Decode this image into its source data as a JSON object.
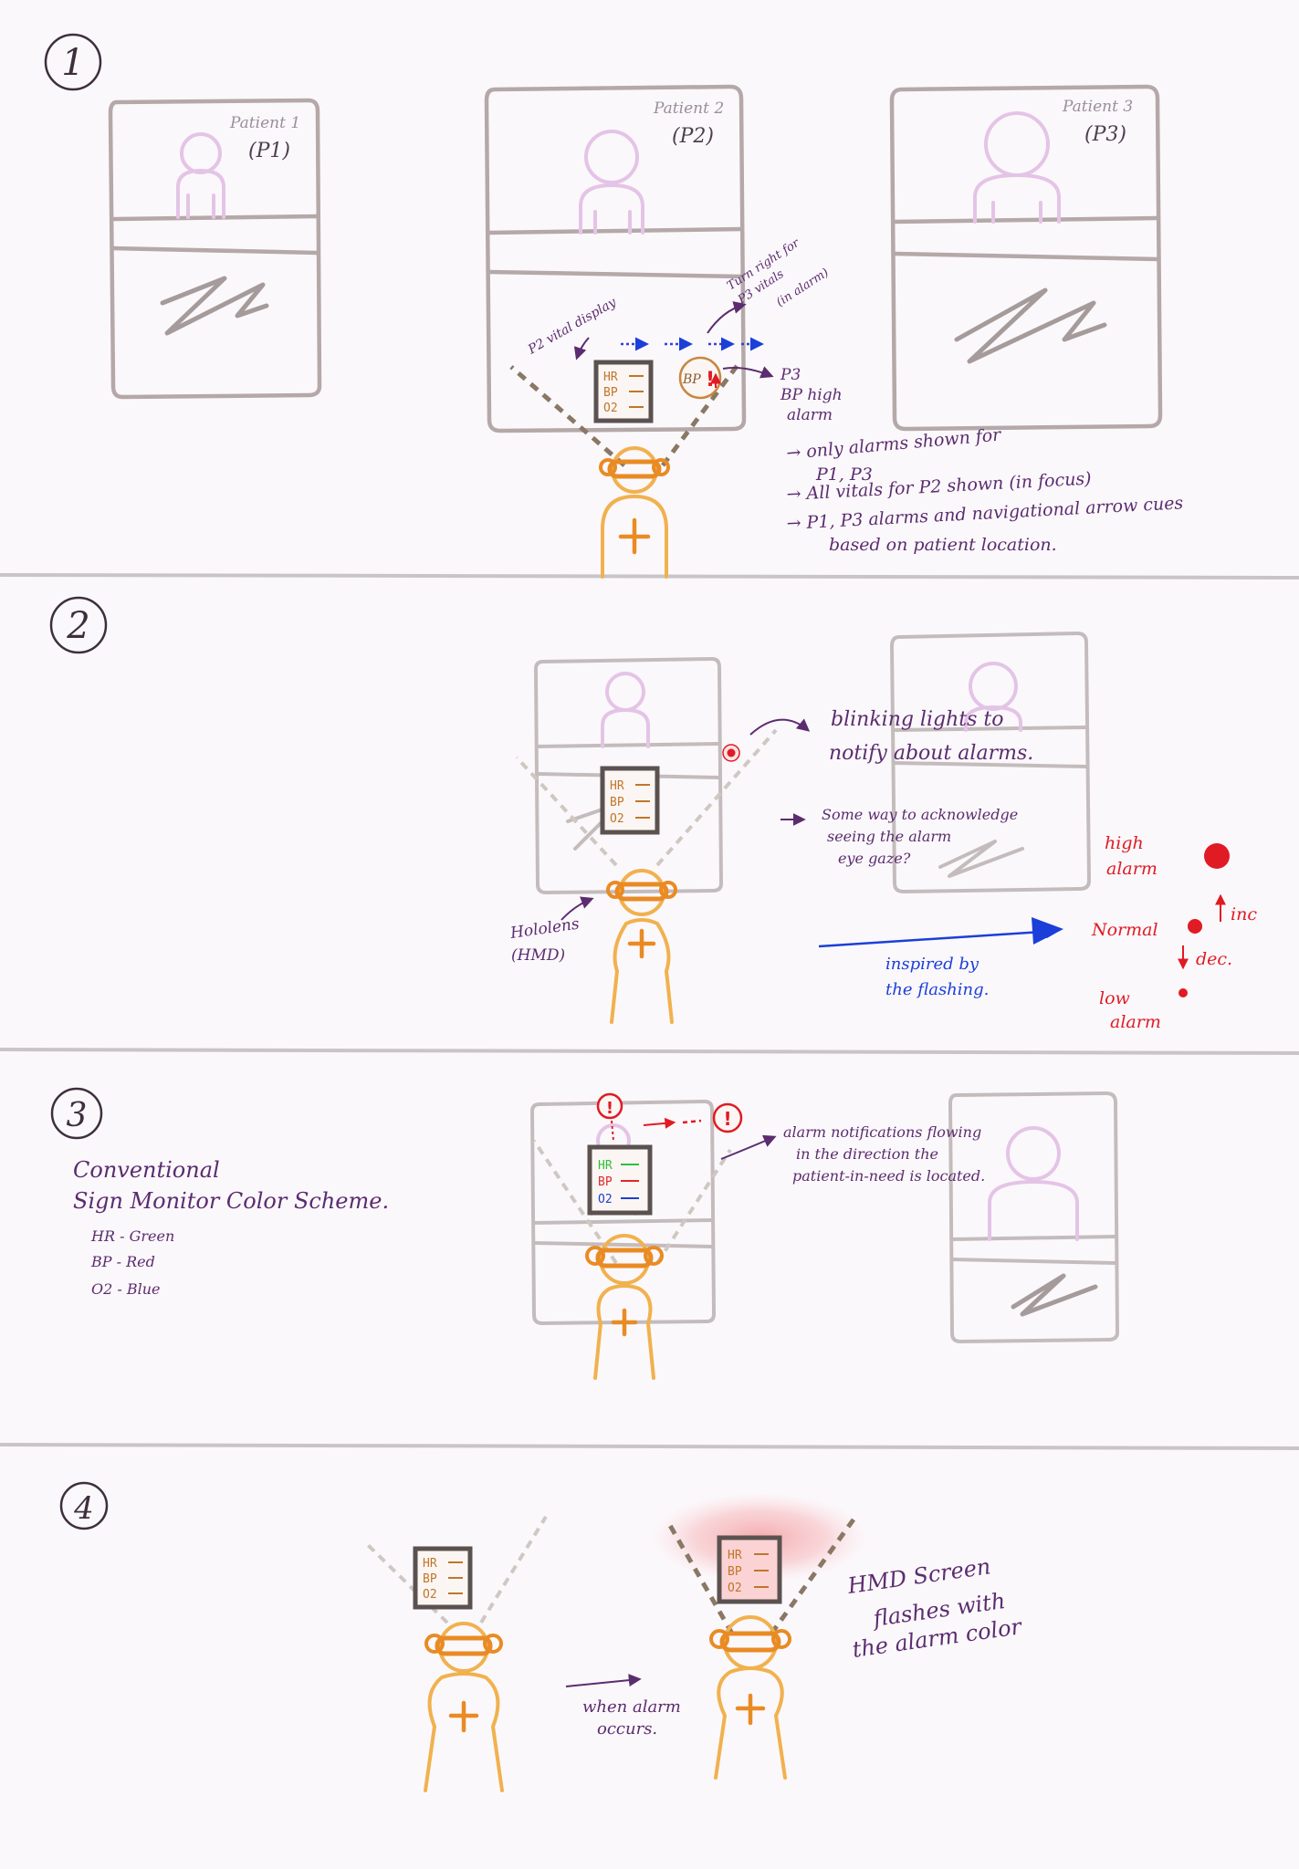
{
  "panels": {
    "p1": {
      "number": "1",
      "patients": [
        {
          "title": "Patient 1",
          "code": "(P1)"
        },
        {
          "title": "Patient 2",
          "code": "(P2)"
        },
        {
          "title": "Patient 3",
          "code": "(P3)"
        }
      ],
      "vitals": [
        "HR",
        "BP",
        "O2"
      ],
      "bp_badge": "BP",
      "labels": {
        "vital_display": "P2 vital display",
        "turn_right_1": "Turn right for",
        "turn_right_2": "P3 vitals",
        "turn_right_3": "(in alarm)",
        "p3_1": "P3",
        "p3_2": "BP high",
        "p3_3": "alarm"
      },
      "notes": [
        "→ only alarms shown for",
        "P1, P3",
        "→ All vitals for P2 shown (in focus)",
        "→ P1, P3 alarms and navigational arrow cues",
        "based on patient location."
      ]
    },
    "p2": {
      "number": "2",
      "vitals": [
        "HR",
        "BP",
        "O2"
      ],
      "blink_1": "blinking lights to",
      "blink_2": "notify about alarms.",
      "ack_1": "Some way to acknowledge",
      "ack_2": "seeing the alarm",
      "ack_3": "eye gaze?",
      "hololens_1": "Hololens",
      "hololens_2": "(HMD)",
      "inspired_1": "inspired by",
      "inspired_2": "the flashing.",
      "high_1": "high",
      "high_2": "alarm",
      "normal": "Normal",
      "inc": "inc",
      "dec": "dec.",
      "low_1": "low",
      "low_2": "alarm"
    },
    "p3": {
      "number": "3",
      "scheme_1": "Conventional",
      "scheme_2": "Sign Monitor Color Scheme.",
      "hr_line": "HR - Green",
      "bp_line": "BP - Red",
      "o2_line": "O2 - Blue",
      "vitals": [
        "HR",
        "BP",
        "O2"
      ],
      "flow_1": "alarm notifications flowing",
      "flow_2": "in the direction the",
      "flow_3": "patient-in-need is located."
    },
    "p4": {
      "number": "4",
      "vitals": [
        "HR",
        "BP",
        "O2"
      ],
      "when_1": "when alarm",
      "when_2": "occurs.",
      "hmd_1": "HMD Screen",
      "hmd_2": "flashes with",
      "hmd_3": "the alarm color"
    }
  },
  "colors": {
    "hr": "#2fbf3a",
    "bp": "#e0282a",
    "o2": "#1f3fd0",
    "alarm": "#e01b24",
    "arrow_blue": "#1b3fd8",
    "ink": "#5b2c6f",
    "nurse": "#f1b14e",
    "patient": "#e4c4e6"
  }
}
